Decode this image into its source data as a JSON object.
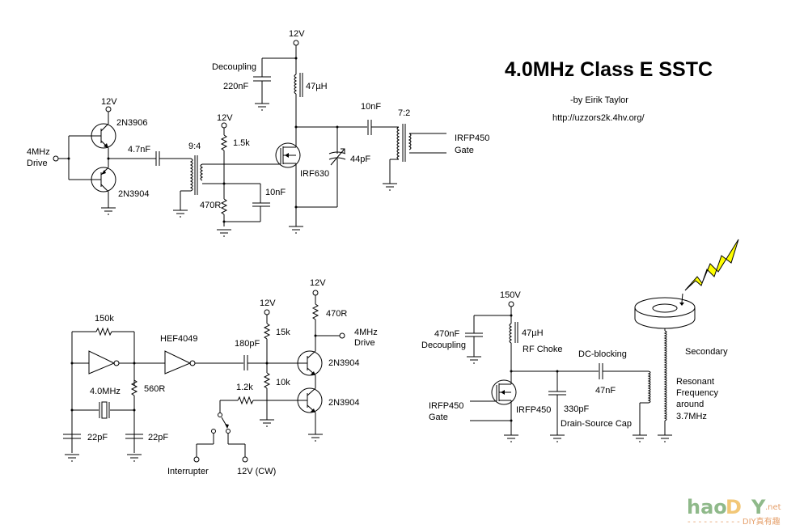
{
  "title": "4.0MHz Class E SSTC",
  "author": "-by Eirik Taylor",
  "url": "http://uzzors2k.4hv.org/",
  "colors": {
    "spark": "#ffff00",
    "watermark_green": "#8fb98a",
    "watermark_orange": "#f2c777"
  },
  "gate_driver": {
    "supply": "12V",
    "q_top": "2N3906",
    "q_bottom": "2N3904",
    "input_label_1": "4MHz",
    "input_label_2": "Drive",
    "coupling_cap": "4.7nF",
    "transformer_ratio": "9:4",
    "bias_supply": "12V",
    "bias_r_top": "1.5k",
    "bias_r_bottom": "470R",
    "bias_cap": "10nF",
    "mosfet": "IRF630",
    "drain_supply": "12V",
    "decoupling_label": "Decoupling",
    "decoupling_cap": "220nF",
    "choke": "47µH",
    "var_cap": "44pF",
    "output_cap": "10nF",
    "output_ratio": "7:2",
    "output_label_1": "IRFP450",
    "output_label_2": "Gate"
  },
  "oscillator": {
    "feedback_r": "150k",
    "ic": "HEF4049",
    "series_r": "560R",
    "crystal": "4.0MHz",
    "cap_left": "22pF",
    "cap_right": "22pF",
    "coupling_cap": "180pF",
    "bias_supply": "12V",
    "bias_r_top": "15k",
    "bias_r_bottom": "10k",
    "interrupter_r": "1.2k",
    "switch_left": "Interrupter",
    "switch_right": "12V (CW)",
    "collector_supply": "12V",
    "collector_r": "470R",
    "output_label_1": "4MHz",
    "output_label_2": "Drive",
    "q_top": "2N3904",
    "q_bottom": "2N3904"
  },
  "power_stage": {
    "supply": "150V",
    "decoupling_cap": "470nF",
    "decoupling_label": "Decoupling",
    "choke": "47µH",
    "choke_label": "RF Choke",
    "gate_label_1": "IRFP450",
    "gate_label_2": "Gate",
    "mosfet": "IRFP450",
    "ds_cap": "330pF",
    "ds_cap_label": "Drain-Source Cap",
    "dc_block_label": "DC-blocking",
    "dc_block_cap": "47nF",
    "secondary_label": "Secondary",
    "resonant_1": "Resonant",
    "resonant_2": "Frequency",
    "resonant_3": "around",
    "resonant_4": "3.7MHz"
  },
  "watermark": {
    "part1": "hao",
    "part2": "D",
    "part3": "Y",
    "net": ".net",
    "sub": "- - - - - - - - - - DIY真有趣"
  }
}
